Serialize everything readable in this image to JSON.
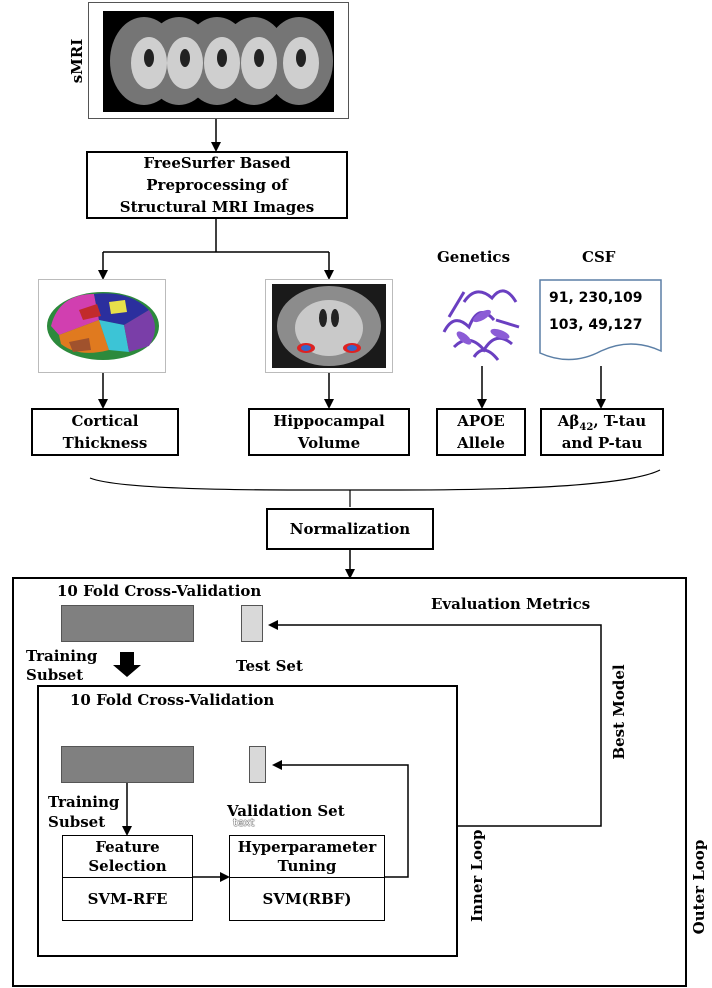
{
  "smri_label": "sMRI",
  "preprocess_label": "FreeSurfer Based Preprocessing of Structural MRI Images",
  "genetics_label": "Genetics",
  "csf_label": "CSF",
  "csf_values": [
    "91, 230,109",
    "103, 49,127"
  ],
  "features": {
    "cortical": "Cortical Thickness",
    "hippocampal": "Hippocampal Volume",
    "apoe": "APOE Allele",
    "csf_prefix": "Aβ",
    "csf_sub": "42",
    "csf_suffix": ", T-tau and P-tau"
  },
  "normalization_label": "Normalization",
  "outer": {
    "title": "10 Fold Cross-Validation",
    "training_subset": "Training Subset",
    "test_set": "Test Set",
    "evaluation_metrics": "Evaluation Metrics",
    "best_model": "Best Model",
    "outer_loop": "Outer Loop"
  },
  "inner": {
    "title": "10 Fold Cross-Validation",
    "training_subset": "Training Subset",
    "validation_set": "Validation Set",
    "text_note": "text",
    "feature_selection": "Feature Selection",
    "svm_rfe": "SVM-RFE",
    "hyperparameter_tuning": "Hyperparameter Tuning",
    "svm_rbf": "SVM(RBF)",
    "inner_loop": "Inner Loop"
  },
  "colors": {
    "training_block": "#808080",
    "test_block": "#d9d9d9",
    "protein": "#6a3fc1"
  }
}
